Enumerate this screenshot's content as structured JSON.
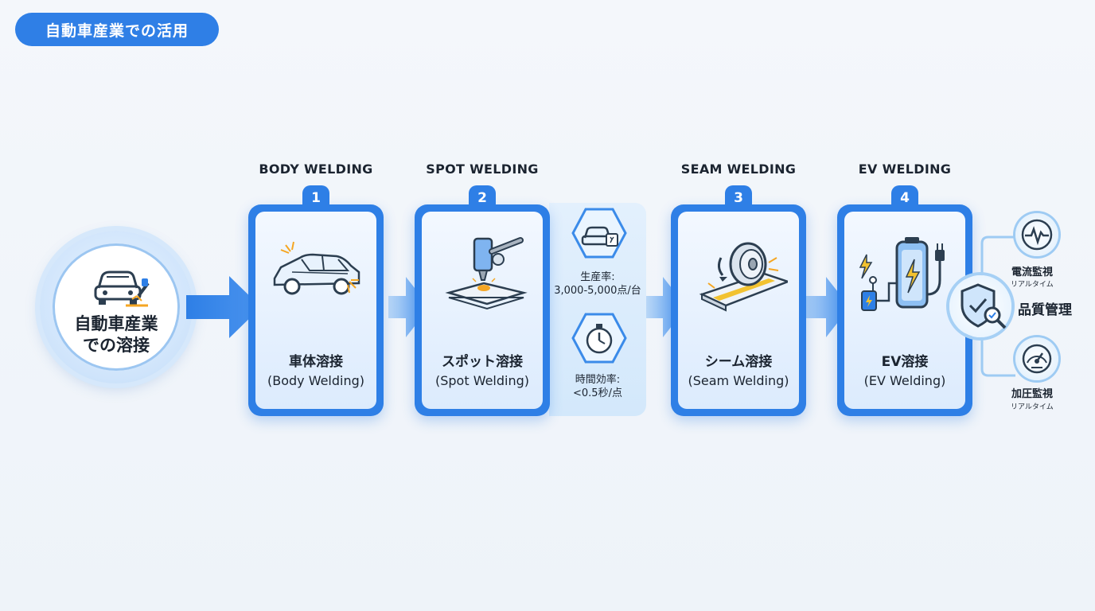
{
  "title": "自動車産業での活用",
  "hero": {
    "line1": "自動車産業",
    "line2": "での溶接"
  },
  "steps": [
    {
      "num": "1",
      "heading": "BODY WELDING",
      "jp": "車体溶接",
      "en": "(Body Welding)"
    },
    {
      "num": "2",
      "heading": "SPOT WELDING",
      "jp": "スポット溶接",
      "en": "(Spot Welding)"
    },
    {
      "num": "3",
      "heading": "SEAM WELDING",
      "jp": "シーム溶接",
      "en": "(Seam Welding)"
    },
    {
      "num": "4",
      "heading": "EV WELDING",
      "jp": "EV溶接",
      "en": "(EV Welding)"
    }
  ],
  "spot_metrics": {
    "production_label": "生産率:",
    "production_value": "3,000-5,000点/台",
    "time_label": "時間効率:",
    "time_value": "<0.5秒/点"
  },
  "quality": {
    "label": "品質管理",
    "current_label": "電流監視",
    "current_sub": "リアルタイム",
    "pressure_label": "加圧監視",
    "pressure_sub": "リアルタイム"
  },
  "colors": {
    "primary": "#2e7fe6",
    "light": "#dcebfd",
    "spark": "#f5a623",
    "yellow": "#f2c230"
  },
  "icons": [
    "car-weld-icon",
    "car-body-icon",
    "spot-welder-icon",
    "car-counter-icon",
    "stopwatch-icon",
    "seam-roller-icon",
    "ev-battery-icon",
    "pulse-icon",
    "shield-check-icon",
    "gauge-icon"
  ]
}
